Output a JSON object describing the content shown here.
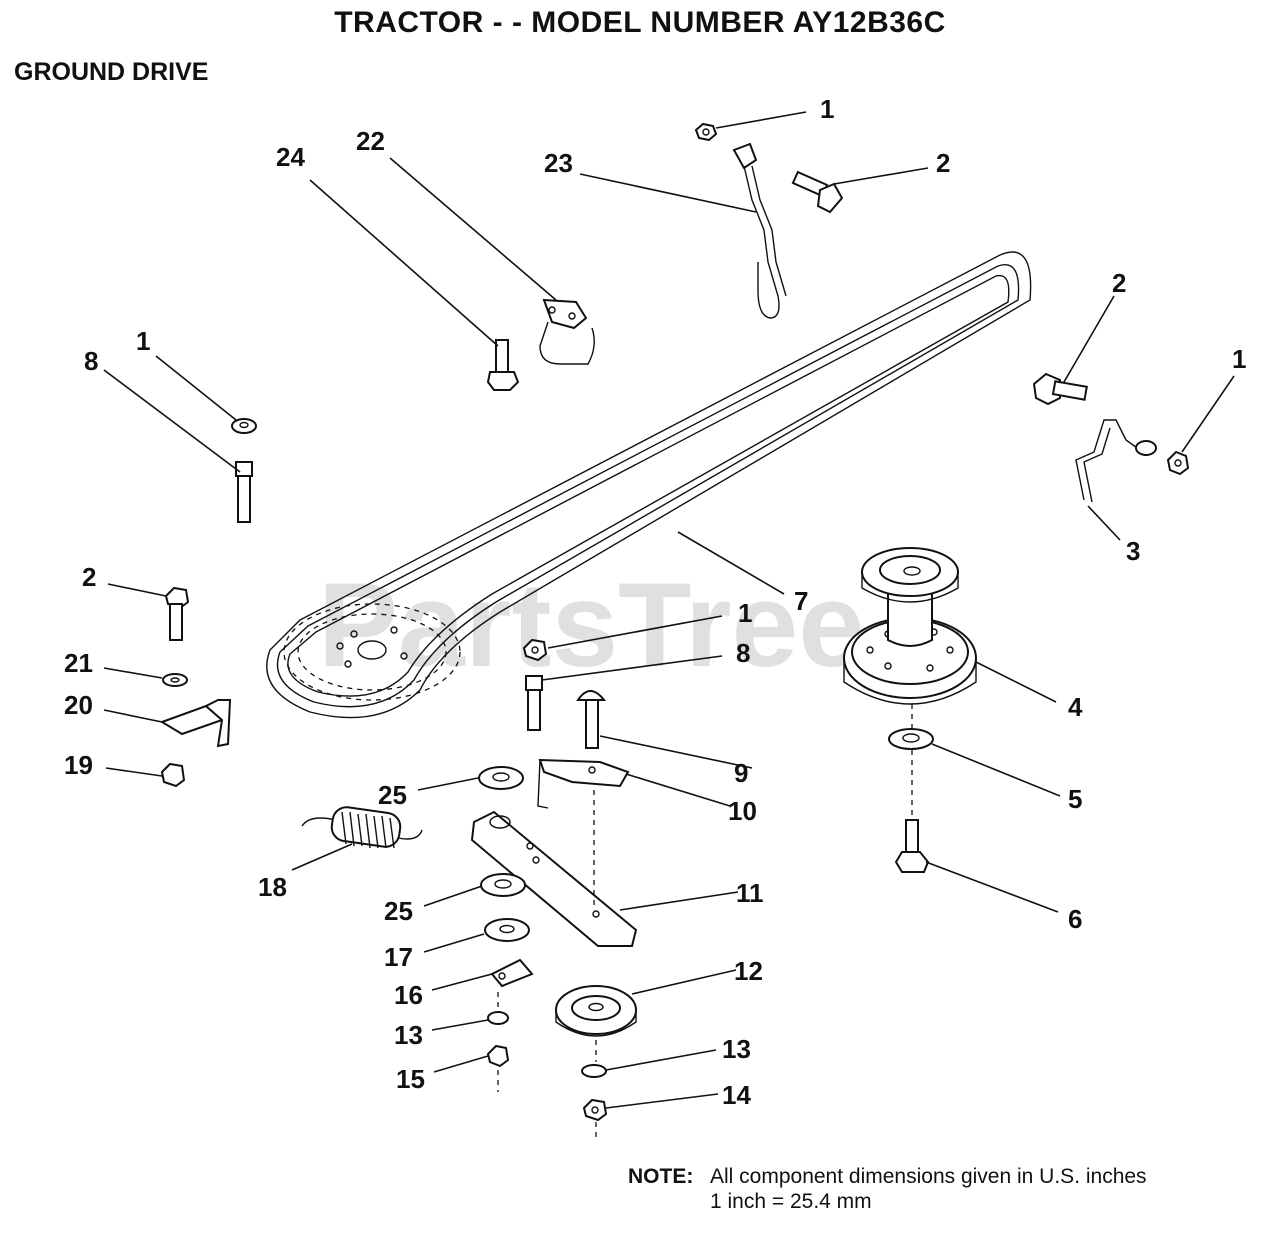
{
  "header": {
    "title": "TRACTOR - - MODEL NUMBER AY12B36C",
    "section": "GROUND DRIVE"
  },
  "watermark": "PartsTree",
  "callouts": {
    "c1_top": "1",
    "c2_top": "2",
    "c23": "23",
    "c22": "22",
    "c24": "24",
    "c2_right": "2",
    "c1_right": "1",
    "c3": "3",
    "c1_left": "1",
    "c8_left": "8",
    "c7": "7",
    "c1_mid": "1",
    "c8_mid": "8",
    "c4": "4",
    "c5": "5",
    "c6": "6",
    "c2_left": "2",
    "c21": "21",
    "c20": "20",
    "c19": "19",
    "c9": "9",
    "c10": "10",
    "c25_a": "25",
    "c25_b": "25",
    "c11": "11",
    "c18": "18",
    "c17": "17",
    "c16": "16",
    "c12": "12",
    "c13_a": "13",
    "c15": "15",
    "c13_b": "13",
    "c14": "14"
  },
  "note": {
    "label": "NOTE:",
    "line1": "All component dimensions given in U.S. inches",
    "line2": "1 inch = 25.4 mm"
  }
}
